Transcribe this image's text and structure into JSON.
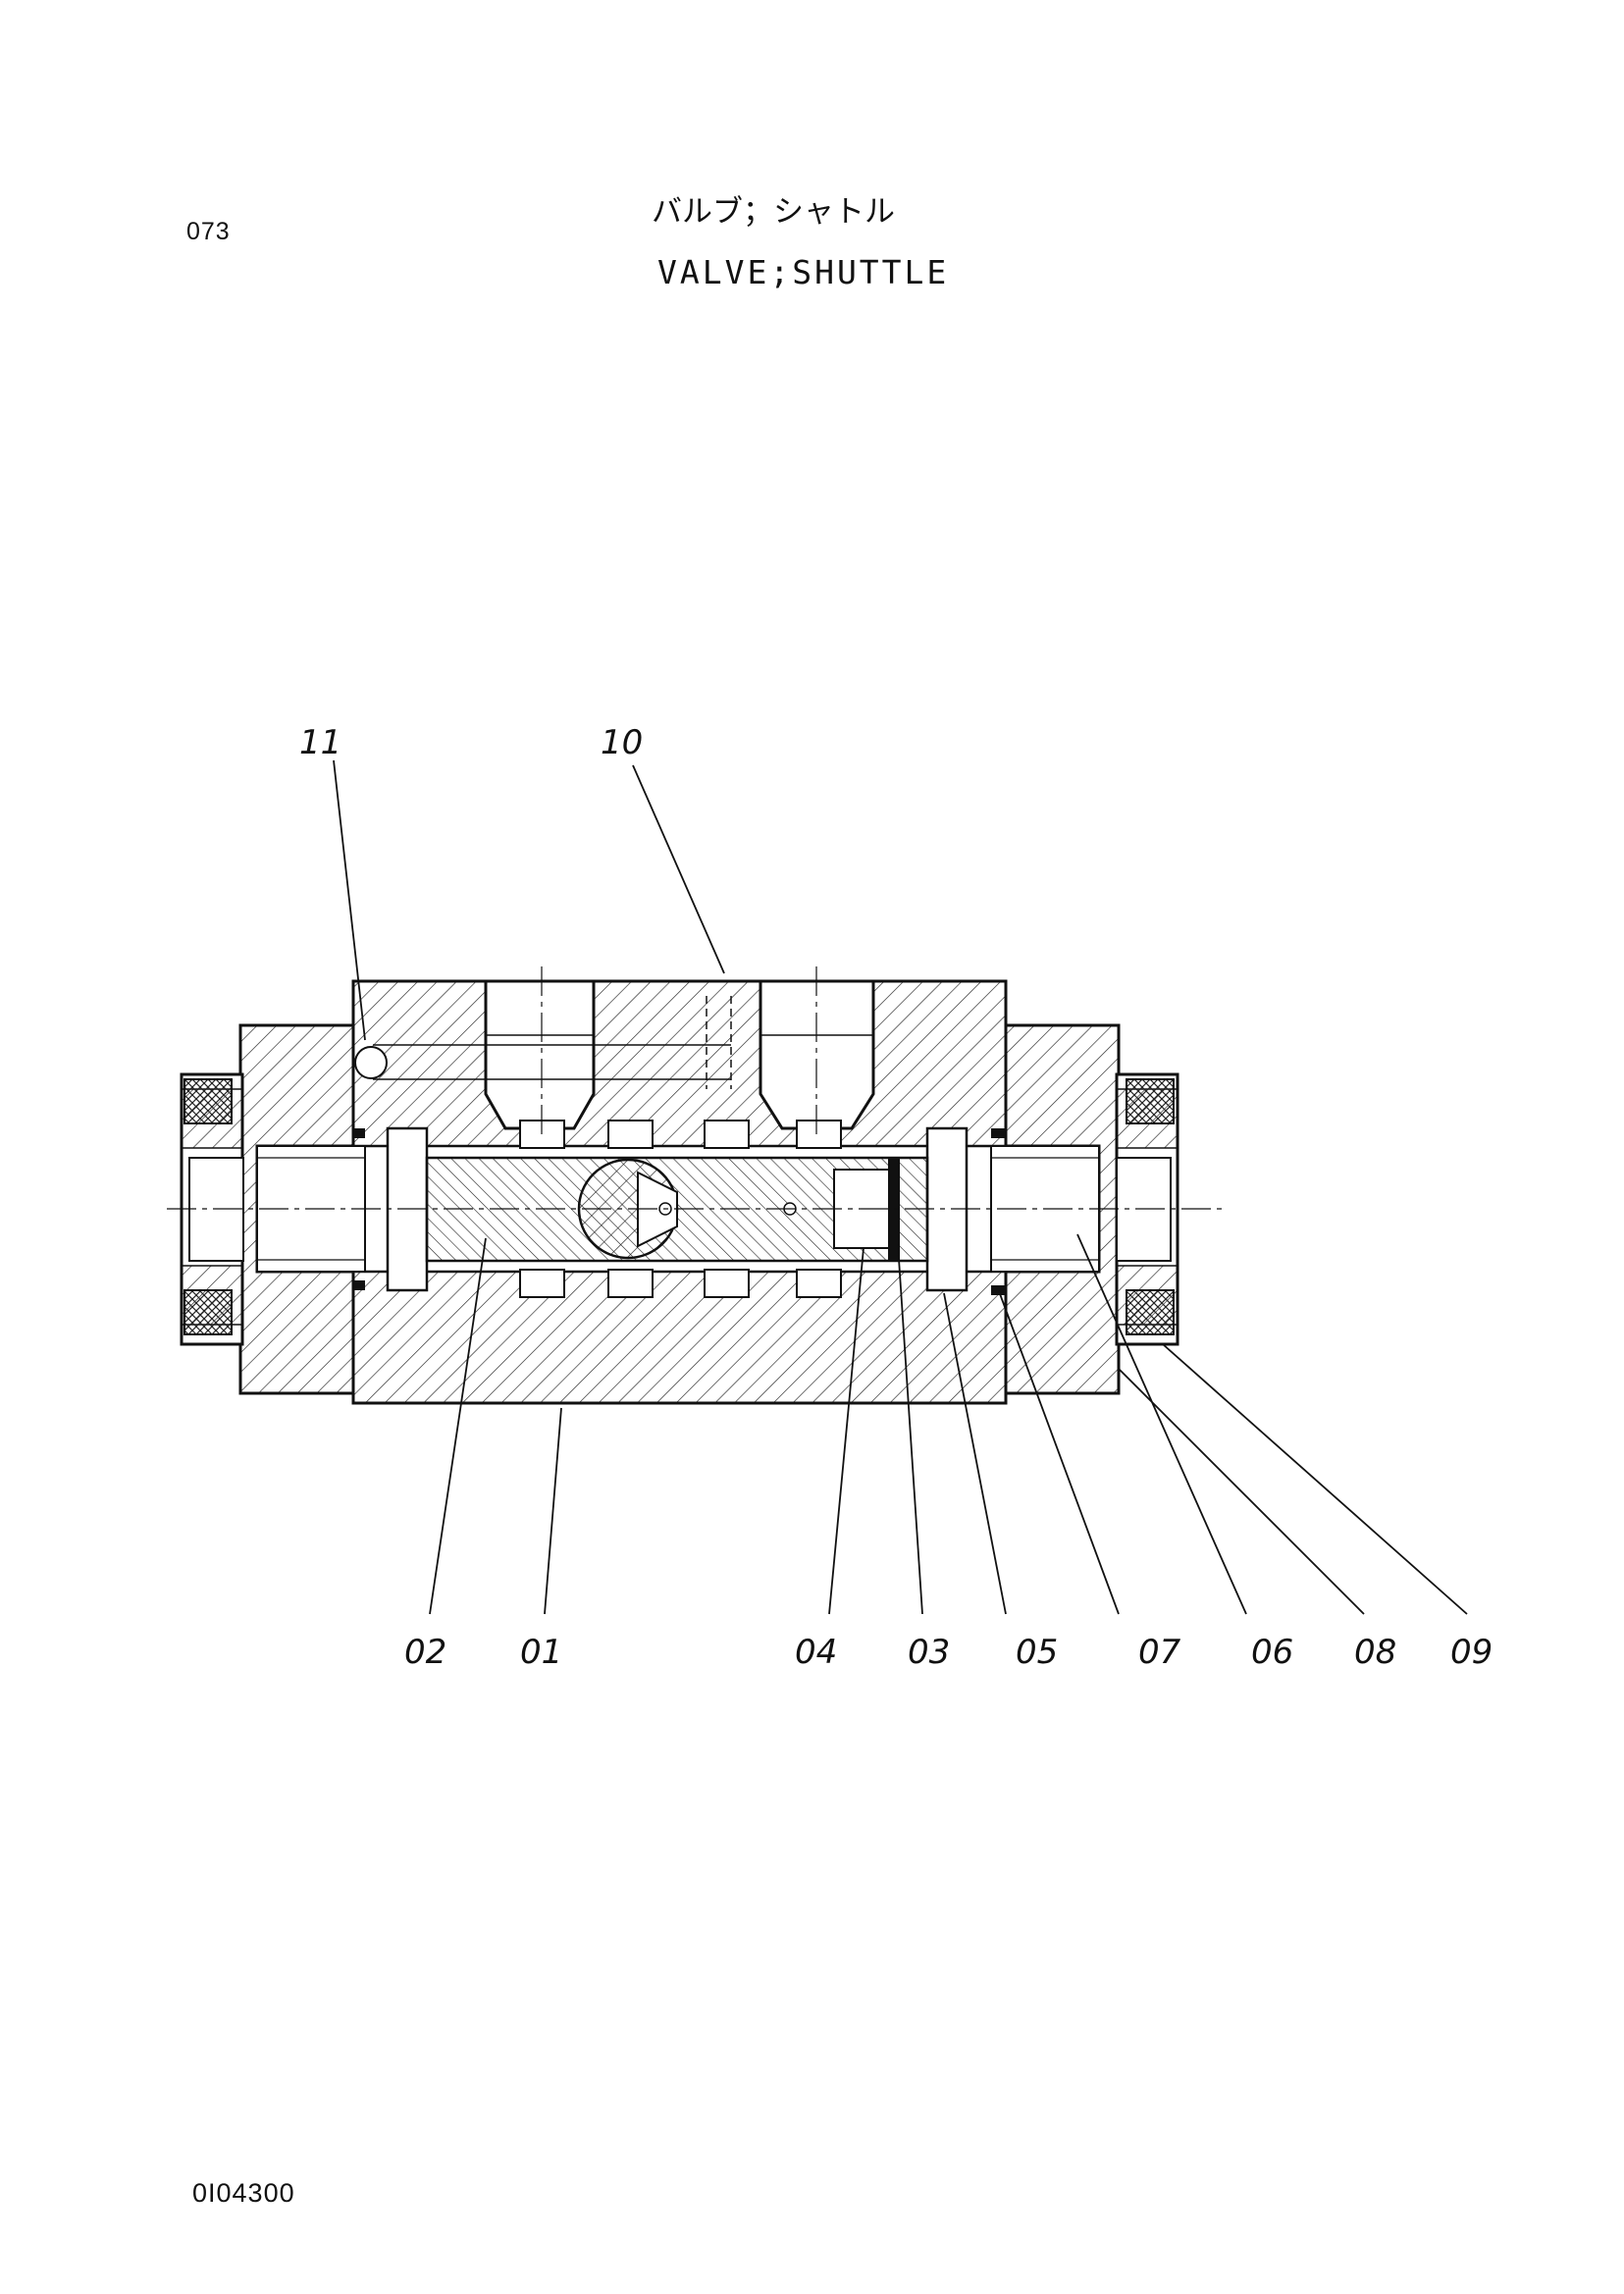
{
  "page_code": "073",
  "title_jp": "バルブ；シャトル",
  "title_en": "VALVE;SHUTTLE",
  "footer_code": "0I04300",
  "callouts": {
    "c11": "11",
    "c10": "10",
    "c02": "02",
    "c01": "01",
    "c04": "04",
    "c03": "03",
    "c05": "05",
    "c07": "07",
    "c06": "06",
    "c08": "08",
    "c09": "09"
  }
}
